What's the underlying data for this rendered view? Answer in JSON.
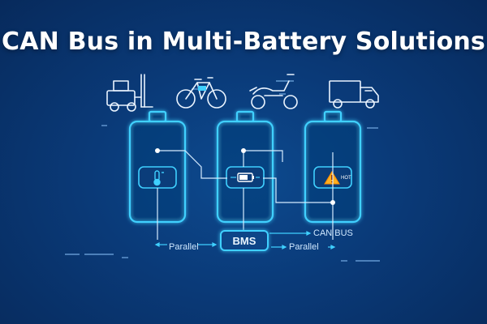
{
  "title": "CAN Bus in Multi-Battery Solutions",
  "labels": {
    "bms": "BMS",
    "can_bus": "CAN BUS",
    "parallel_left": "Parallel",
    "parallel_right": "Parallel",
    "hot": "HOT"
  },
  "vehicles": [
    "forklift-icon",
    "bicycle-icon",
    "scooter-icon",
    "truck-icon"
  ],
  "batteries": [
    {
      "icon": "thermometer-icon"
    },
    {
      "icon": "battery-level-icon"
    },
    {
      "icon": "warning-icon"
    }
  ],
  "colors": {
    "background": "#0a3a78",
    "glow": "#3fd0ff",
    "bus": "#2f8cff",
    "line": "#d6ecff"
  }
}
